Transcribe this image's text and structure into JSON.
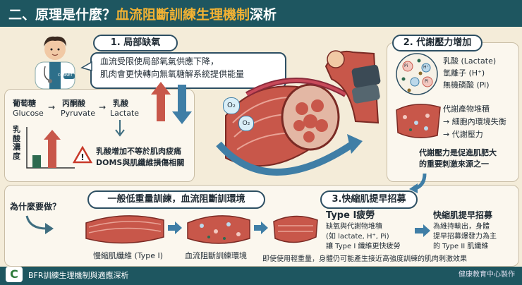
{
  "header": {
    "title_part1": "二、原理是什麼？",
    "title_part2": "血流阻斷訓練生理機制",
    "title_part3": "深析"
  },
  "section1": {
    "label": "1. 局部缺氧",
    "bubble_line1": "血流受限使局部氧氣供應下降，",
    "bubble_line2": "肌肉會更快轉向無氧糖解系統提供能量",
    "doctor_badge": "CONNET"
  },
  "pathway": {
    "glucose_zh": "葡萄糖",
    "glucose_en": "Glucose",
    "pyruvate_zh": "丙酮酸",
    "pyruvate_en": "Pyruvate",
    "lactate_zh": "乳酸",
    "lactate_en": "Lactate",
    "lactate_conc": "乳酸濃度",
    "warning_line1": "乳酸增加不等於肌肉疲痛",
    "warning_line2": "DOMS與肌纖維損傷相關"
  },
  "oxygen": {
    "o2_a": "O₂",
    "o2_b": "O₂"
  },
  "section2": {
    "label": "2. 代謝壓力增加",
    "lactate": "乳酸 (Lactate)",
    "hydrogen": "氫離子 (H⁺)",
    "phosphate": "無機磷酸 (Pi)",
    "particle_pi": "Pi",
    "particle_h": "H⁺",
    "accum": "代謝產物堆積",
    "imbalance": "→ 細胞內環境失衡",
    "stress": "→ 代謝壓力",
    "key_line1": "代謝壓力是促進肌肥大",
    "key_line2": "的重要刺激來源之一"
  },
  "bottom": {
    "why": "為什麼要做？",
    "compare_label": "一般低重量訓練，血流阻斷訓環境",
    "label3": "3.快縮肌提早招募",
    "slow_fiber": "慢縮肌纖維 (Type I)",
    "bfr_env": "血流阻斷訓練環境",
    "type1_title": "Type I疲勞",
    "type1_line1": "缺氧與代謝物堆積",
    "type1_line2": "(如 lactate, H⁺, Pi)",
    "type1_line3": "讓 Type I 纖維更快疲勞",
    "fast_title": "快縮肌提早招募",
    "fast_line1": "為維持輸出，身體",
    "fast_line2": "提早招募爆發力為主",
    "fast_line3": "的 Type II 肌纖維",
    "conclusion": "即使使用輕重量，身體仍可能產生接近高強度訓練的肌肉刺激效果"
  },
  "footer": {
    "logo": "C",
    "caption": "BFR訓練生理機制與適應深析",
    "credit": "健康教育中心製作"
  },
  "colors": {
    "header_bg": "#1e5660",
    "accent": "#f2b233",
    "muscle": "#c8574a",
    "arrow_blue": "#3f7ea6"
  }
}
